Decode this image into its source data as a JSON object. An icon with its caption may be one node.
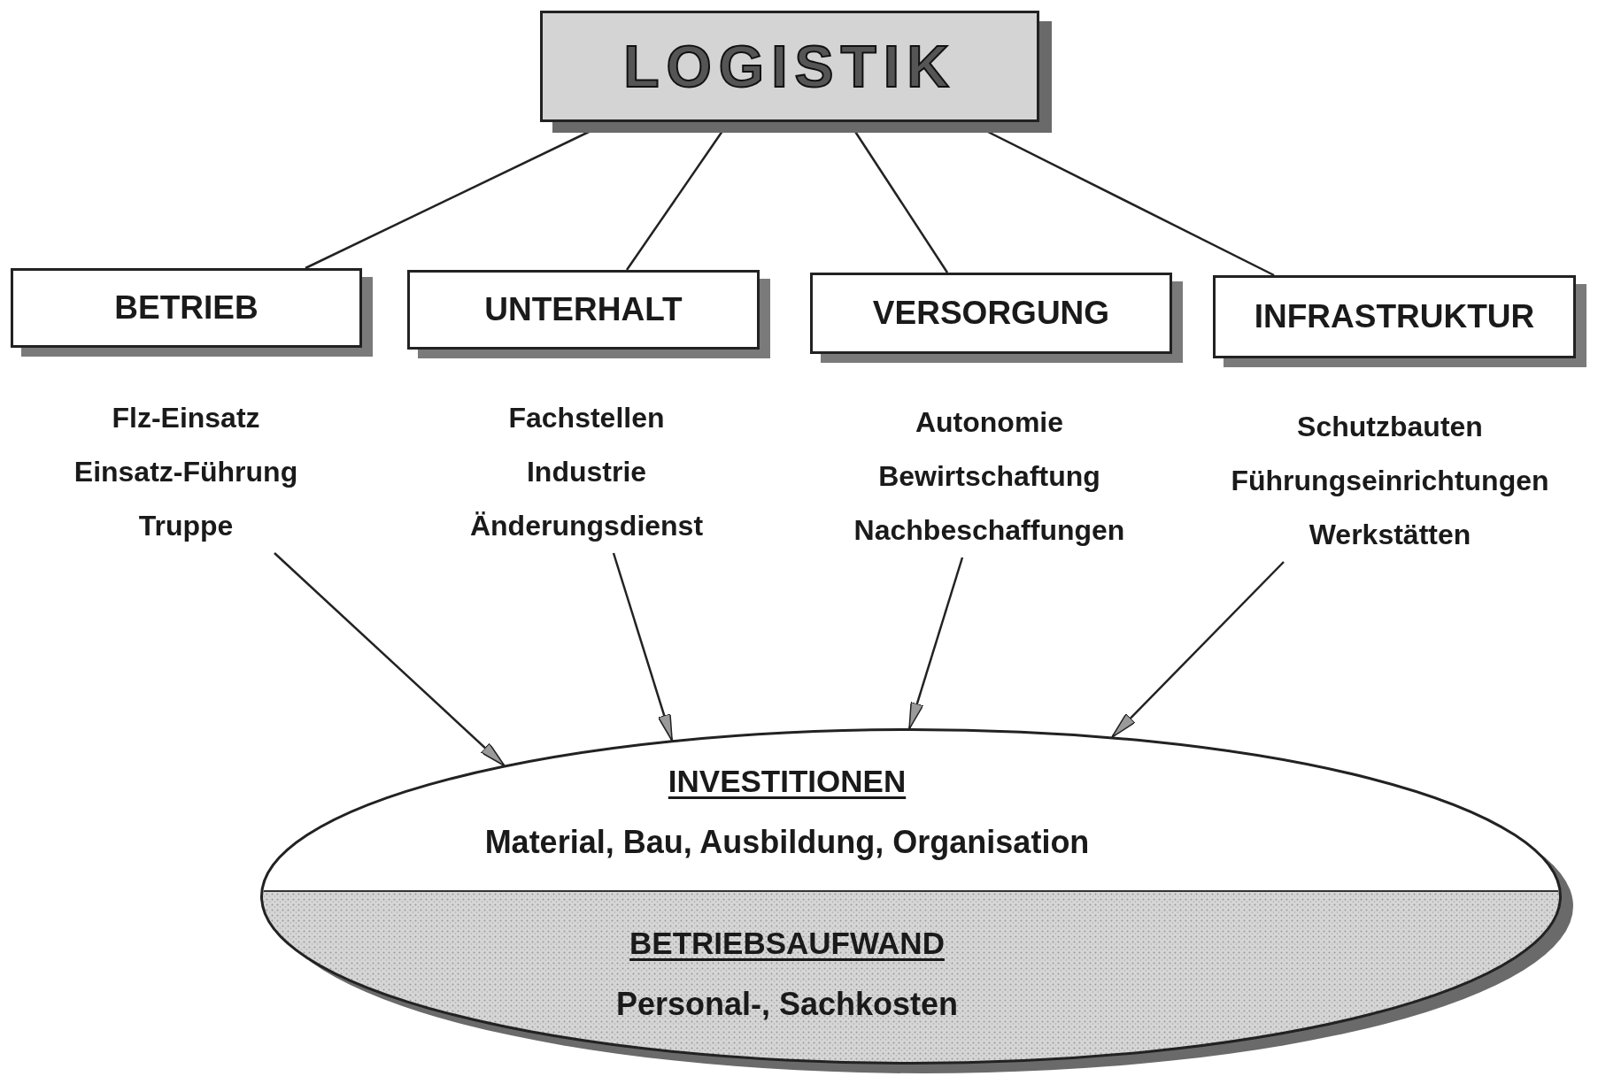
{
  "diagram": {
    "nodes": [
      {
        "text": [
          "LOGISTIK"
        ]
      },
      {
        "text": [
          "BETRIEB"
        ]
      },
      {
        "text": [
          "UNTERHALT"
        ]
      },
      {
        "text": [
          "VERSORGUNG"
        ]
      },
      {
        "text": [
          "INFRASTRUKTUR"
        ]
      },
      {
        "text": [
          "Flz-Einsatz",
          "Einsatz-Führung",
          "Truppe"
        ]
      },
      {
        "text": [
          "Fachstellen",
          "Industrie",
          "Änderungsdienst"
        ]
      },
      {
        "text": [
          "Autonomie",
          "Bewirtschaftung",
          "Nachbeschaffungen"
        ]
      },
      {
        "text": [
          "Schutzbauten",
          "Führungseinrichtungen",
          "Werkstätten"
        ]
      },
      {
        "text": [
          "INVESTITIONEN",
          "Material, Bau, Ausbildung, Organisation",
          "BETRIEBSAUFWAND",
          "Personal-, Sachkosten"
        ]
      }
    ],
    "edges": [
      {
        "from": 0,
        "to": 1,
        "arrow": "none"
      },
      {
        "from": 0,
        "to": 2,
        "arrow": "none"
      },
      {
        "from": 0,
        "to": 3,
        "arrow": "none"
      },
      {
        "from": 0,
        "to": 4,
        "arrow": "none"
      },
      {
        "from": 5,
        "to": 9,
        "arrow": "to"
      },
      {
        "from": 6,
        "to": 9,
        "arrow": "to"
      },
      {
        "from": 7,
        "to": 9,
        "arrow": "to"
      },
      {
        "from": 8,
        "to": 9,
        "arrow": "to"
      }
    ]
  }
}
